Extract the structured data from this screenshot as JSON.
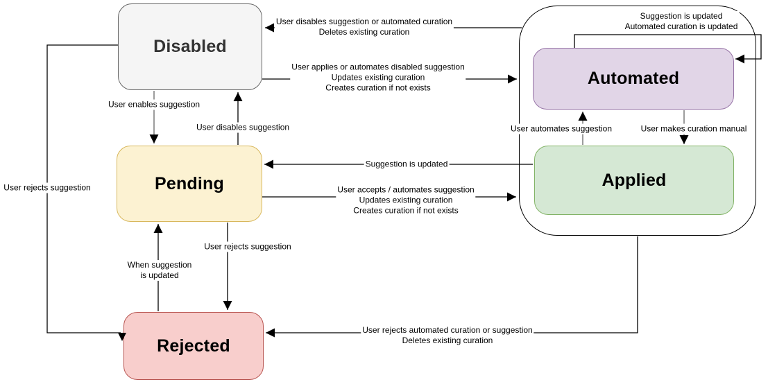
{
  "states": {
    "disabled": {
      "label": "Disabled",
      "fill": "#f5f5f5",
      "border": "#666666"
    },
    "pending": {
      "label": "Pending",
      "fill": "#fcf2d2",
      "border": "#d8b75c"
    },
    "rejected": {
      "label": "Rejected",
      "fill": "#f8cecc",
      "border": "#b85450"
    },
    "automated": {
      "label": "Automated",
      "fill": "#e1d5e7",
      "border": "#9673a6"
    },
    "applied": {
      "label": "Applied",
      "fill": "#d5e8d4",
      "border": "#82b366"
    }
  },
  "edges": {
    "group_to_disabled": {
      "from": "applied-automated-group",
      "to": "disabled",
      "label": [
        "User disables suggestion or automated curation",
        "Deletes existing curation"
      ]
    },
    "disabled_to_group": {
      "from": "disabled",
      "to": "applied-automated-group",
      "label": [
        "User applies or automates disabled suggestion",
        "Updates existing curation",
        "Creates curation if not exists"
      ]
    },
    "disabled_to_pending": {
      "from": "disabled",
      "to": "pending",
      "label": [
        "User enables suggestion"
      ]
    },
    "pending_to_disabled": {
      "from": "pending",
      "to": "disabled",
      "label": [
        "User disables suggestion"
      ]
    },
    "applied_to_pending": {
      "from": "applied",
      "to": "pending",
      "label": [
        "Suggestion is updated"
      ]
    },
    "pending_to_group": {
      "from": "pending",
      "to": "applied-automated-group",
      "label": [
        "User accepts / automates suggestion",
        "Updates existing curation",
        "Creates curation if not exists"
      ]
    },
    "applied_to_automated": {
      "from": "applied",
      "to": "automated",
      "label": [
        "User automates suggestion"
      ]
    },
    "automated_to_applied": {
      "from": "automated",
      "to": "applied",
      "label": [
        "User makes curation manual"
      ]
    },
    "automated_self_loop": {
      "from": "automated",
      "to": "automated",
      "label": [
        "Suggestion is updated",
        "Automated curation is updated"
      ]
    },
    "disabled_to_rejected": {
      "from": "disabled",
      "to": "rejected",
      "label": [
        "User rejects suggestion"
      ]
    },
    "rejected_to_pending": {
      "from": "rejected",
      "to": "pending",
      "label": [
        "When suggestion",
        "is updated"
      ]
    },
    "pending_to_rejected": {
      "from": "pending",
      "to": "rejected",
      "label": [
        "User rejects suggestion"
      ]
    },
    "group_to_rejected": {
      "from": "applied-automated-group",
      "to": "rejected",
      "label": [
        "User rejects automated curation or suggestion",
        "Deletes existing curation"
      ]
    }
  }
}
